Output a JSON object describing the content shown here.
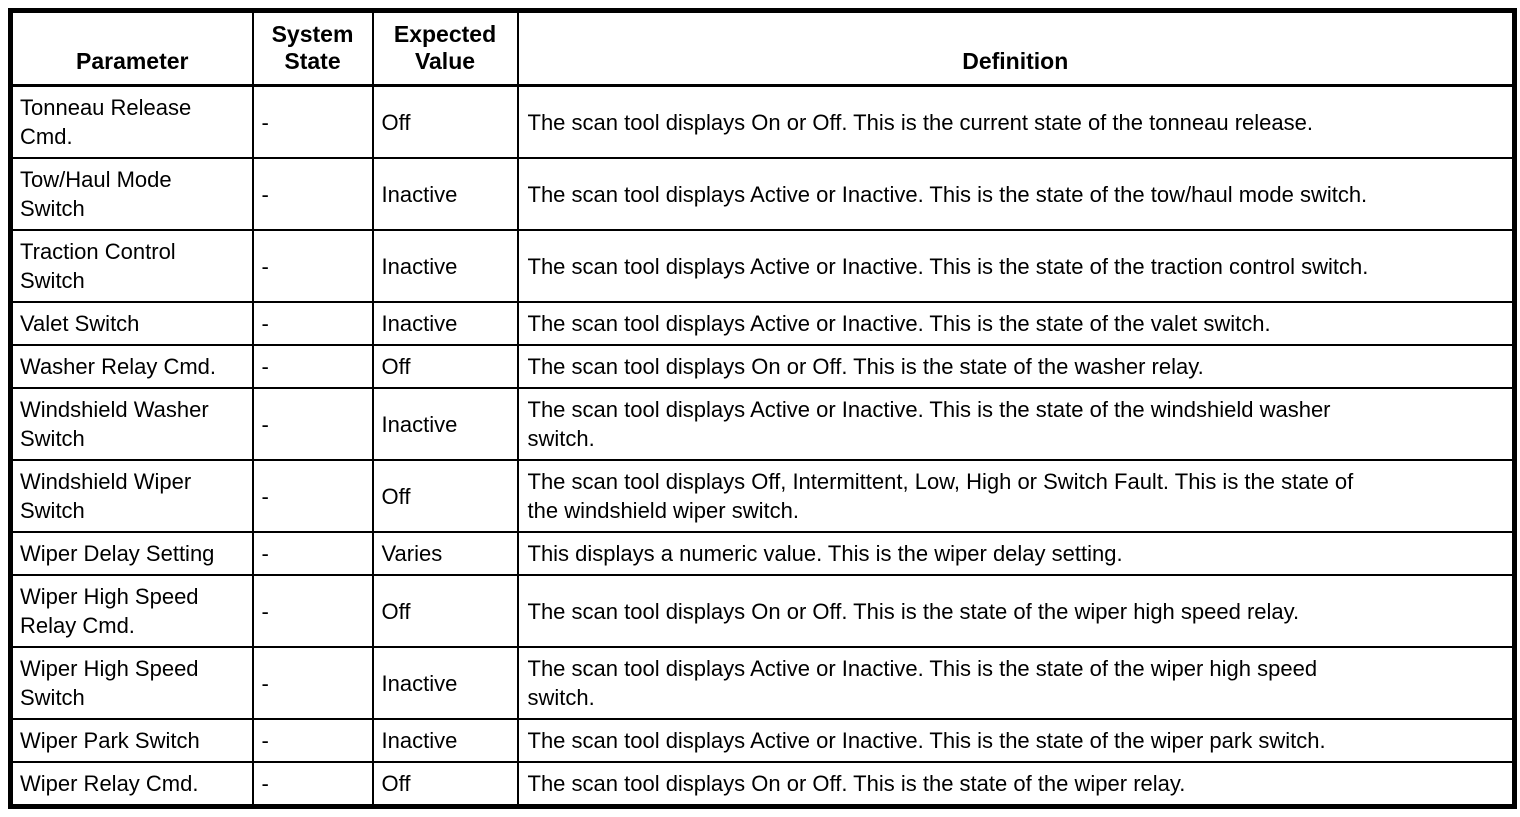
{
  "table": {
    "headers": {
      "parameter": "Parameter",
      "system_state": "System\nState",
      "expected_value": "Expected\nValue",
      "definition": "Definition"
    },
    "rows": [
      {
        "parameter": "Tonneau Release\nCmd.",
        "system_state": "-",
        "expected_value": "Off",
        "definition": "The scan tool displays On or Off. This is the current state of the tonneau release."
      },
      {
        "parameter": "Tow/Haul Mode\nSwitch",
        "system_state": "-",
        "expected_value": "Inactive",
        "definition": "The scan tool displays Active or Inactive. This is the state of the tow/haul mode switch."
      },
      {
        "parameter": "Traction Control\nSwitch",
        "system_state": "-",
        "expected_value": "Inactive",
        "definition": "The scan tool displays Active or Inactive. This is the state of the traction control switch."
      },
      {
        "parameter": "Valet Switch",
        "system_state": "-",
        "expected_value": "Inactive",
        "definition": "The scan tool displays Active or Inactive. This is the state of the valet switch."
      },
      {
        "parameter": "Washer Relay Cmd.",
        "system_state": "-",
        "expected_value": "Off",
        "definition": "The scan tool displays On or Off. This is the state of the washer relay."
      },
      {
        "parameter": "Windshield Washer\nSwitch",
        "system_state": "-",
        "expected_value": "Inactive",
        "definition": "The scan tool displays Active or Inactive. This is the state of the windshield washer\nswitch."
      },
      {
        "parameter": "Windshield Wiper\nSwitch",
        "system_state": "-",
        "expected_value": "Off",
        "definition": "The scan tool displays Off, Intermittent, Low, High or Switch Fault. This is the state of\nthe windshield wiper switch."
      },
      {
        "parameter": "Wiper Delay Setting",
        "system_state": "-",
        "expected_value": "Varies",
        "definition": "This displays a numeric value. This is the wiper delay setting."
      },
      {
        "parameter": "Wiper High Speed\nRelay Cmd.",
        "system_state": "-",
        "expected_value": "Off",
        "definition": "The scan tool displays On or Off. This is the state of the wiper high speed relay."
      },
      {
        "parameter": "Wiper High Speed\nSwitch",
        "system_state": "-",
        "expected_value": "Inactive",
        "definition": "The scan tool displays Active or Inactive. This is the state of the wiper high speed\nswitch."
      },
      {
        "parameter": "Wiper Park Switch",
        "system_state": "-",
        "expected_value": "Inactive",
        "definition": "The scan tool displays Active or Inactive. This is the state of the wiper park switch."
      },
      {
        "parameter": "Wiper Relay Cmd.",
        "system_state": "-",
        "expected_value": "Off",
        "definition": "The scan tool displays On or Off. This is the state of the wiper relay."
      }
    ]
  }
}
